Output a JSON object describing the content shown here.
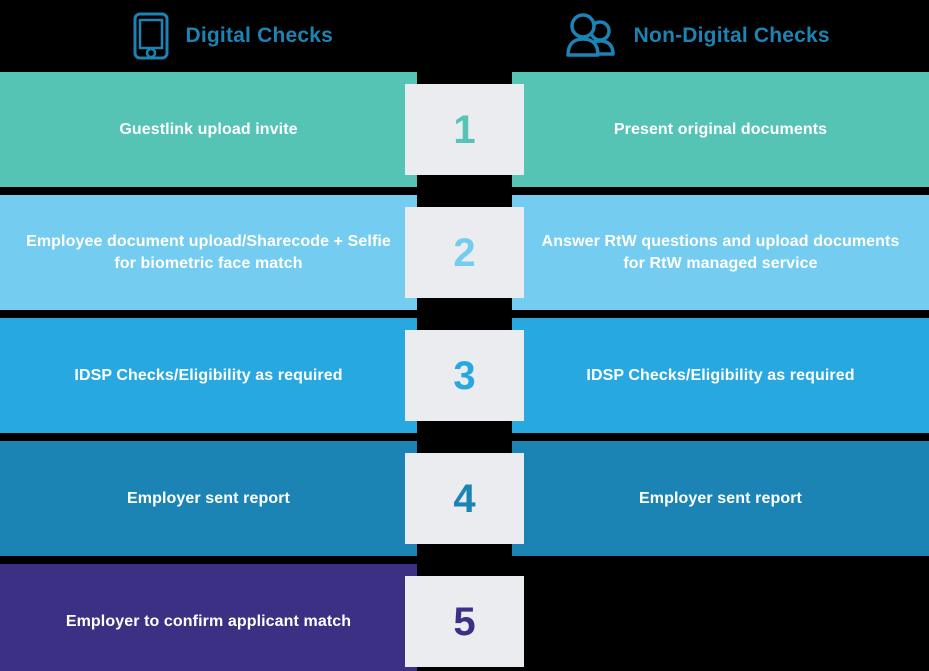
{
  "header": {
    "left": {
      "label": "Digital Checks",
      "icon": "mobile-phone-icon",
      "color": "#1b84b4"
    },
    "right": {
      "label": "Non-Digital Checks",
      "icon": "two-people-icon",
      "color": "#1b84b4"
    }
  },
  "background_color": "#000000",
  "badge_background": "#eaecef",
  "rows": [
    {
      "step": "1",
      "color": "#55c4b5",
      "left_text": "Guestlink upload invite",
      "right_text": "Present original documents",
      "has_right": true
    },
    {
      "step": "2",
      "color": "#74cdf0",
      "left_text": "Employee document upload/Sharecode + Selfie for biometric face match",
      "right_text": "Answer RtW questions and upload documents for RtW managed service",
      "has_right": true
    },
    {
      "step": "3",
      "color": "#28a8e0",
      "left_text": "IDSP Checks/Eligibility as required",
      "right_text": "IDSP Checks/Eligibility as required",
      "has_right": true
    },
    {
      "step": "4",
      "color": "#1c84b4",
      "left_text": "Employer sent report",
      "right_text": "Employer sent report",
      "has_right": true
    },
    {
      "step": "5",
      "color": "#3c3084",
      "left_text": "Employer to confirm applicant match",
      "right_text": "",
      "has_right": false
    }
  ]
}
